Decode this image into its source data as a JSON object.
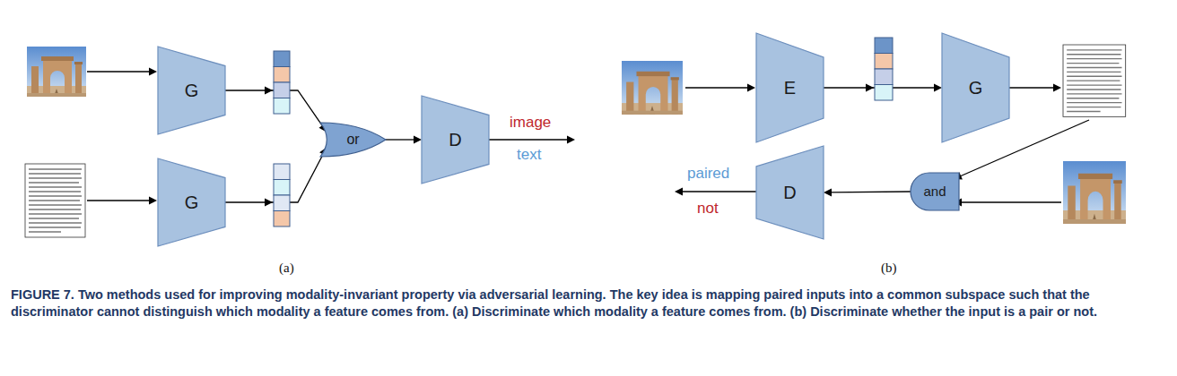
{
  "diagram": {
    "caption": "FIGURE 7. Two methods used for improving modality-invariant property via adversarial learning. The key idea is mapping paired inputs into a common subspace such that the discriminator cannot distinguish which modality a feature comes from. (a) Discriminate which modality a feature comes from. (b) Discriminate whether the input is a pair or not.",
    "nodes": [
      {
        "text": [
          "G"
        ]
      },
      {
        "text": [
          "G"
        ]
      },
      {
        "text": [
          "or"
        ]
      },
      {
        "text": [
          "D"
        ]
      },
      {
        "text": [
          "E"
        ]
      },
      {
        "text": [
          "G"
        ]
      },
      {
        "text": [
          "D"
        ]
      },
      {
        "text": [
          "and"
        ]
      }
    ],
    "edges": [
      {
        "from": 0,
        "to": 2,
        "arrow": "to"
      },
      {
        "from": 1,
        "to": 2,
        "arrow": "to"
      },
      {
        "from": 2,
        "to": 3,
        "arrow": "to"
      },
      {
        "from": 4,
        "to": 5,
        "arrow": "to"
      },
      {
        "from": 7,
        "to": 6,
        "arrow": "to"
      }
    ],
    "labels": [
      "image",
      "text",
      "(a)",
      "paired",
      "not",
      "(b)"
    ]
  }
}
